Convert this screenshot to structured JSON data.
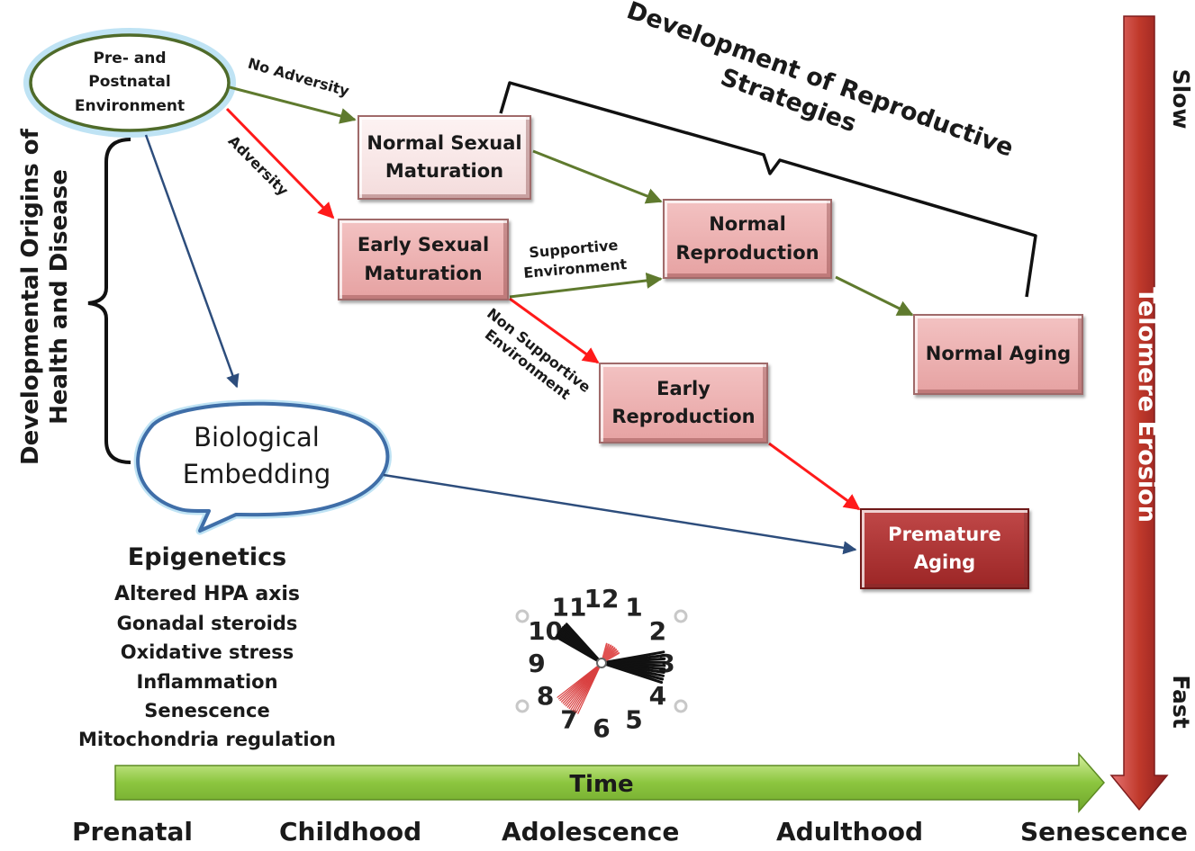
{
  "environment": "Pre- and\nPostnatal\nEnvironment",
  "paths": {
    "no_adversity": "No Adversity",
    "adversity": "Adversity",
    "supportive": "Supportive\nEnvironment",
    "non_supportive": "Non Supportive\nEnvironment"
  },
  "boxes": {
    "normal_sexual_maturation": "Normal Sexual\nMaturation",
    "early_sexual_maturation": "Early Sexual\nMaturation",
    "normal_reproduction": "Normal\nReproduction",
    "early_reproduction": "Early\nReproduction",
    "normal_aging": "Normal Aging",
    "premature_aging": "Premature\nAging"
  },
  "reproductive_strategies": "Development of Reproductive\nStrategies",
  "dohad": "Developmental Origins of\nHealth and Disease",
  "biological_embedding": "Biological\nEmbedding",
  "epigenetics": {
    "title": "Epigenetics",
    "items": [
      "Altered HPA axis",
      "Gonadal steroids",
      "Oxidative stress",
      "Inflammation",
      "Senescence",
      "Mitochondria regulation"
    ]
  },
  "clock_numbers": [
    "12",
    "1",
    "2",
    "3",
    "4",
    "5",
    "6",
    "7",
    "8",
    "9",
    "10",
    "11"
  ],
  "time_arrow": "Time",
  "telomere": {
    "label": "Telomere Erosion",
    "slow": "Slow",
    "fast": "Fast"
  },
  "stages": [
    "Prenatal",
    "Childhood",
    "Adolescence",
    "Adulthood",
    "Senescence"
  ],
  "colors": {
    "green_arrow": "#5f7a2e",
    "red_arrow": "#ff1a1a",
    "blue_arrow": "#2d4d7c",
    "ellipse_border": "#4f6b2a",
    "bubble_border": "#3f6ea8",
    "time_arrow": "#8cc63f",
    "telomere_arrow": "#c0392b",
    "light_box": "#f8e4e4",
    "mid_box": "#eab2b2",
    "dark_box": "#a83232"
  }
}
